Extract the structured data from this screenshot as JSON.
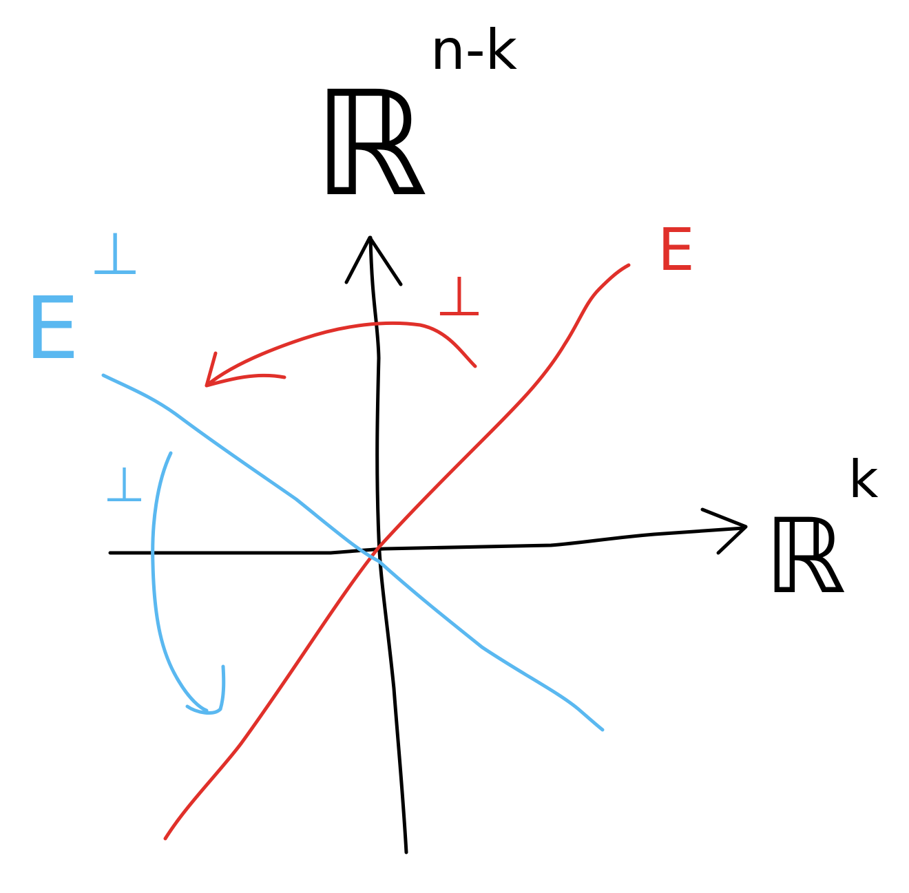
{
  "labels": {
    "vertical_space": {
      "base": "ℝ",
      "sup": "n-k"
    },
    "horizontal_space": {
      "base": "ℝ",
      "sup": "k"
    },
    "subspace": "E",
    "complement": {
      "base": "E",
      "sup": "⊥"
    },
    "red_perp": "⊥",
    "blue_perp": "⊥"
  },
  "colors": {
    "axes": "#000000",
    "subspace": "#e0302a",
    "complement": "#5ab8f0"
  }
}
